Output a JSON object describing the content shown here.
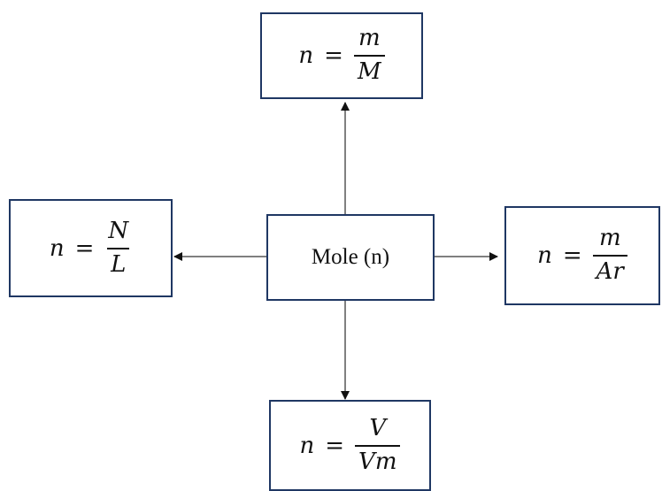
{
  "center": {
    "label": "Mole (n)"
  },
  "formulas": {
    "top": {
      "lhs": "n",
      "eq": "=",
      "num": "m",
      "den": "M"
    },
    "left": {
      "lhs": "n",
      "eq": "=",
      "num": "N",
      "den": "L"
    },
    "right": {
      "lhs": "n",
      "eq": "=",
      "num": "m",
      "den": "Ar"
    },
    "bottom": {
      "lhs": "n",
      "eq": "=",
      "num": "V",
      "den": "Vm"
    }
  },
  "colors": {
    "box_border": "#1f3763",
    "arrow": "#111111"
  }
}
